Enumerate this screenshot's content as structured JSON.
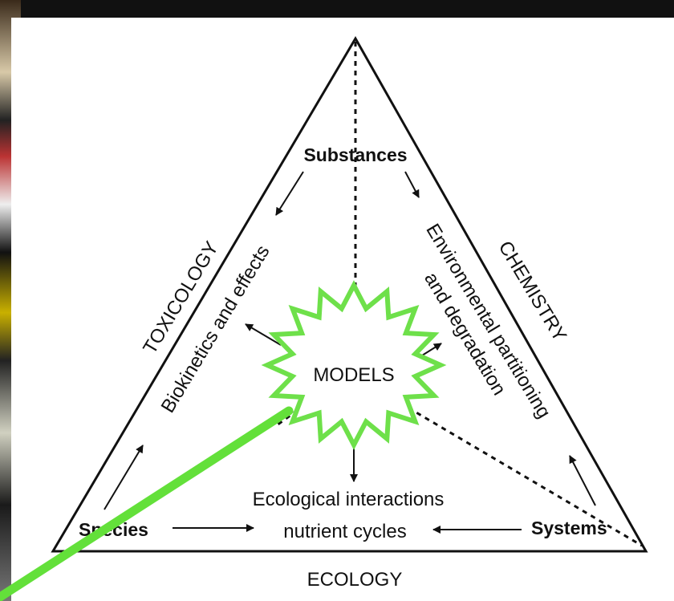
{
  "diagram": {
    "corners": {
      "top": "Substances",
      "left": "Species",
      "right": "Systems"
    },
    "sides": {
      "left": "TOXICOLOGY",
      "right": "CHEMISTRY",
      "bottom": "ECOLOGY"
    },
    "inner_labels": {
      "left_side": "Biokinetics and effects",
      "right_side_line1": "Environmental partitioning",
      "right_side_line2": "and degradation",
      "bottom_line1": "Ecological interactions",
      "bottom_line2": "nutrient cycles"
    },
    "center": "MODELS",
    "colors": {
      "starburst": "#6ee04a",
      "pointer": "#63e03a",
      "lines": "#111111"
    }
  }
}
